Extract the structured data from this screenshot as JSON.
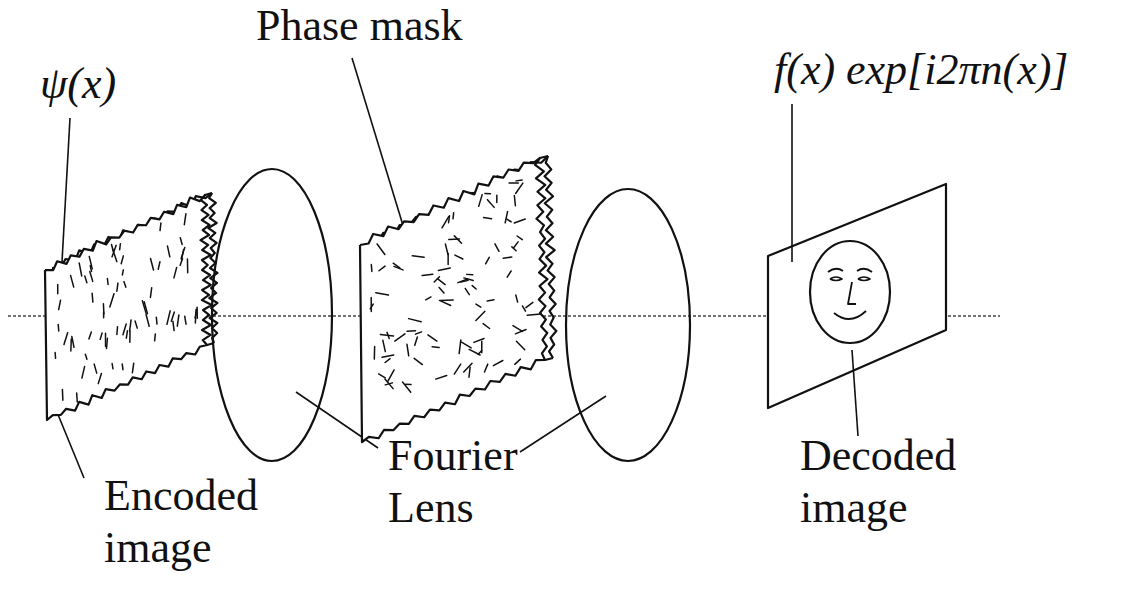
{
  "diagram": {
    "labels": [
      "Phase mask",
      "ψ(x)",
      "f(x) exp[i2πn(x)]",
      "Encoded image",
      "Fourier Lens",
      "Decoded image"
    ]
  }
}
